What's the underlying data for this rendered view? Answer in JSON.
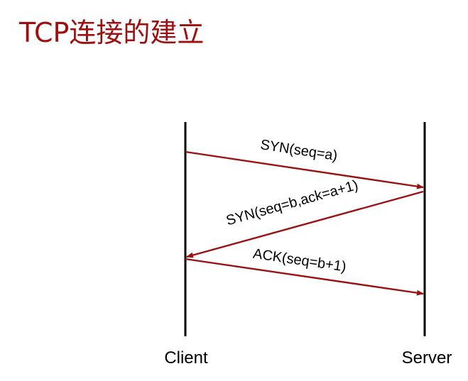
{
  "title": "TCP连接的建立",
  "colors": {
    "title": "#a00f0f",
    "arrow": "#9b1010",
    "lifeline": "#000000",
    "text": "#000000"
  },
  "participants": {
    "client": "Client",
    "server": "Server"
  },
  "messages": [
    {
      "from": "client",
      "to": "server",
      "label": "SYN(seq=a)"
    },
    {
      "from": "server",
      "to": "client",
      "label": "SYN(seq=b,ack=a+1)"
    },
    {
      "from": "client",
      "to": "server",
      "label": "ACK(seq=b+1)"
    }
  ]
}
